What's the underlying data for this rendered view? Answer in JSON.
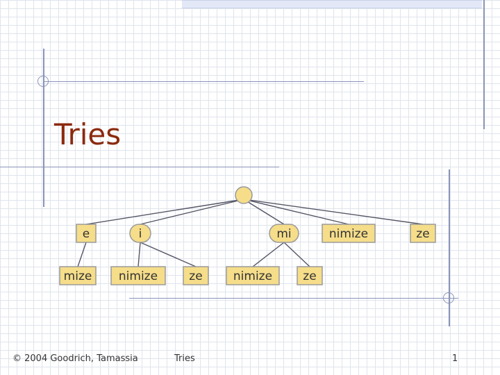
{
  "slide": {
    "title": "Tries",
    "footer_left": "© 2004 Goodrich, Tamassia",
    "footer_center": "Tries",
    "page_number": "1"
  },
  "colors": {
    "title": "#8b2a0e",
    "node_fill": "#f5dd8a",
    "node_stroke": "#9a9a9a",
    "edge": "#555566",
    "accent_line": "#8a93b8"
  },
  "trie": {
    "root": {
      "label": ""
    },
    "level1": [
      "e",
      "i",
      "mi",
      "nimize",
      "ze"
    ],
    "level2": [
      "mize",
      "nimize",
      "ze",
      "nimize",
      "ze"
    ]
  }
}
